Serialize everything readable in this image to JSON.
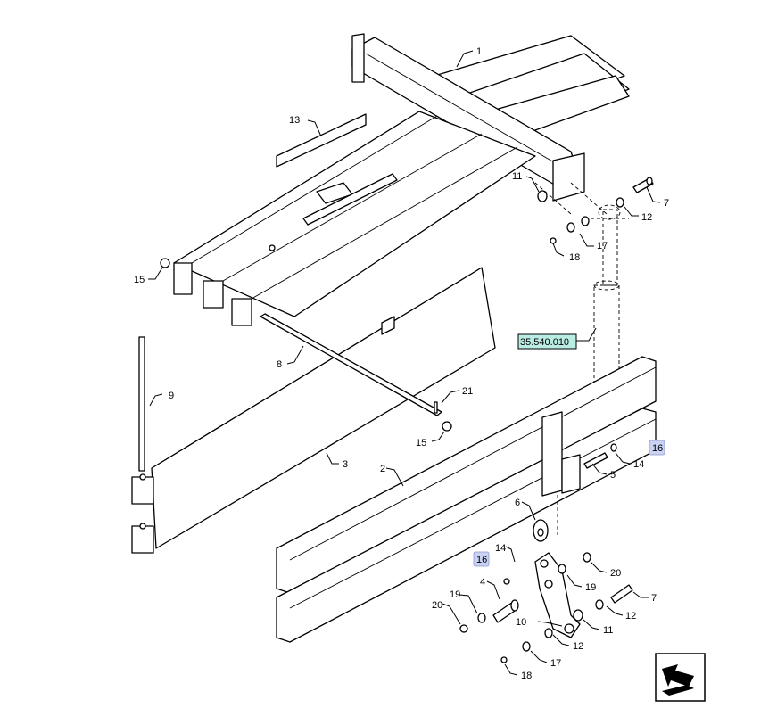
{
  "diagram": {
    "reference_link": "35.540.010",
    "callouts": {
      "c1": "1",
      "c2": "2",
      "c3": "3",
      "c4": "4",
      "c5": "5",
      "c6": "6",
      "c7a": "7",
      "c7b": "7",
      "c8": "8",
      "c9": "9",
      "c10": "10",
      "c11a": "11",
      "c11b": "11",
      "c12a": "12",
      "c12b": "12",
      "c12c": "12",
      "c13": "13",
      "c14a": "14",
      "c14b": "14",
      "c15a": "15",
      "c15b": "15",
      "c16a": "16",
      "c16b": "16",
      "c17a": "17",
      "c17b": "17",
      "c18a": "18",
      "c18b": "18",
      "c19a": "19",
      "c19b": "19",
      "c20a": "20",
      "c20b": "20",
      "c21": "21"
    }
  },
  "colors": {
    "reference_fill": "#b9ece2",
    "highlight_fill": "#c9d2f3",
    "line": "#000000"
  },
  "icons": {
    "navigation": "back-arrow-icon"
  }
}
